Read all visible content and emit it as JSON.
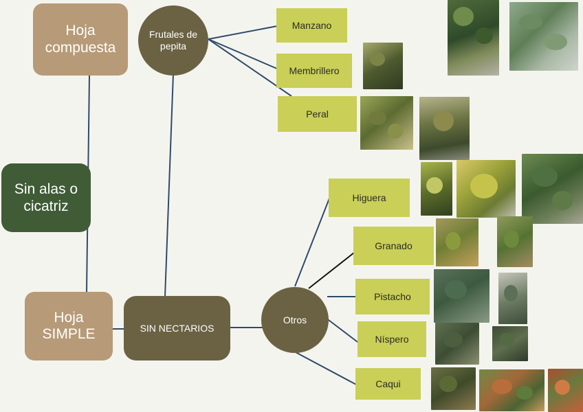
{
  "nodes": {
    "hoja_compuesta": "Hoja compuesta",
    "frutales_pepita": "Frutales de pepita",
    "sin_alas": "Sin alas o cicatriz",
    "hoja_simple": "Hoja SIMPLE",
    "sin_nectarios": "SIN NECTARIOS",
    "otros": "Otros"
  },
  "leaves": {
    "manzano": "Manzano",
    "membrillero": "Membrillero",
    "peral": "Peral",
    "higuera": "Higuera",
    "granado": "Granado",
    "pistacho": "Pistacho",
    "nispero": "Níspero",
    "caqui": "Caqui"
  },
  "colors": {
    "background": "#f4f4ee",
    "tan_box": "#b79a77",
    "dark_green_box": "#3f5c36",
    "olive_node": "#6a6243",
    "leaf_box": "#c9cf57",
    "connector": "#2e4a6b"
  }
}
